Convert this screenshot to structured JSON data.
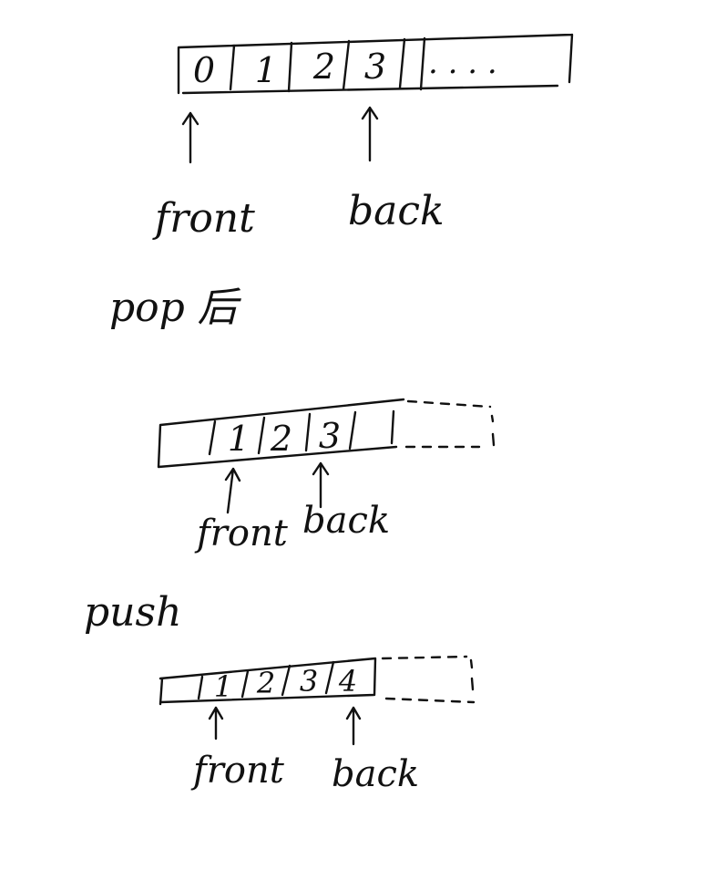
{
  "diagram1": {
    "cells": [
      "0",
      "1",
      "2",
      "3"
    ],
    "ellipsis": ". . . .",
    "front_label": "front",
    "back_label": "back"
  },
  "step_pop": {
    "label": "pop 后"
  },
  "diagram2": {
    "cells": [
      "1",
      "2",
      "3"
    ],
    "front_label": "front",
    "back_label": "back"
  },
  "step_push": {
    "label": "push"
  },
  "diagram3": {
    "cells": [
      "1",
      "2",
      "3",
      "4"
    ],
    "front_label": "front",
    "back_label": "back"
  },
  "colors": {
    "ink": "#111111",
    "background": "#ffffff"
  }
}
